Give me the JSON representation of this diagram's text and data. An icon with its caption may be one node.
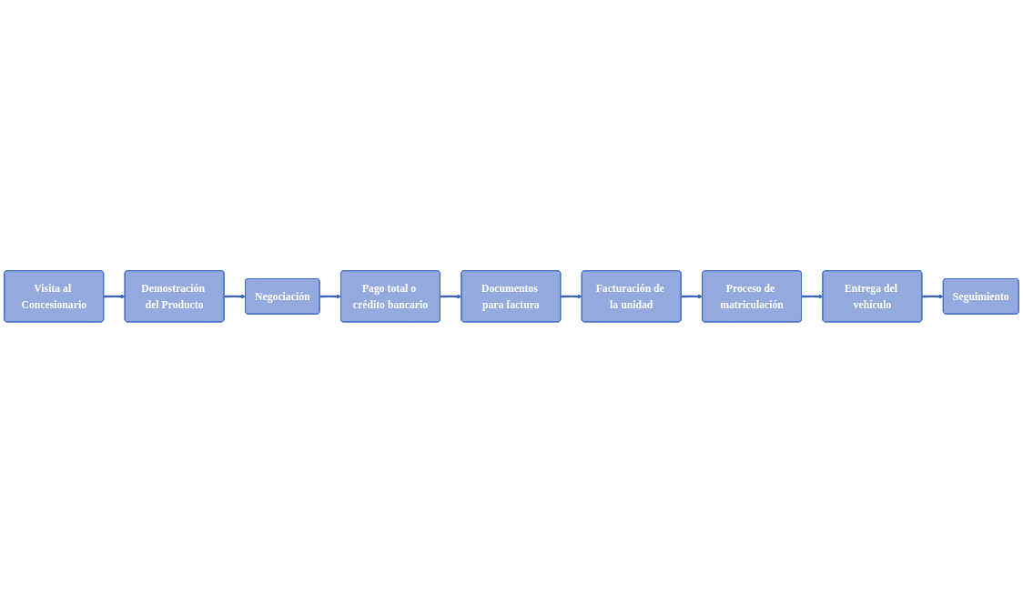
{
  "diagram": {
    "nodes": [
      {
        "text": [
          "Visita al Concesionario"
        ]
      },
      {
        "text": [
          "Demostración del Producto"
        ]
      },
      {
        "text": [
          "Negociación"
        ]
      },
      {
        "text": [
          "Pago total o crédito bancario"
        ]
      },
      {
        "text": [
          "Documentos para factura"
        ]
      },
      {
        "text": [
          "Facturación de la unidad"
        ]
      },
      {
        "text": [
          "Proceso de matriculación"
        ]
      },
      {
        "text": [
          "Entrega del vehículo"
        ]
      },
      {
        "text": [
          "Seguimiento"
        ]
      }
    ],
    "edges": [
      {
        "from": 0,
        "to": 1,
        "arrow": "to"
      },
      {
        "from": 1,
        "to": 2,
        "arrow": "to"
      },
      {
        "from": 2,
        "to": 3,
        "arrow": "to"
      },
      {
        "from": 3,
        "to": 4,
        "arrow": "to"
      },
      {
        "from": 4,
        "to": 5,
        "arrow": "to"
      },
      {
        "from": 5,
        "to": 6,
        "arrow": "to"
      },
      {
        "from": 6,
        "to": 7,
        "arrow": "to"
      },
      {
        "from": 7,
        "to": 8,
        "arrow": "to"
      }
    ]
  }
}
